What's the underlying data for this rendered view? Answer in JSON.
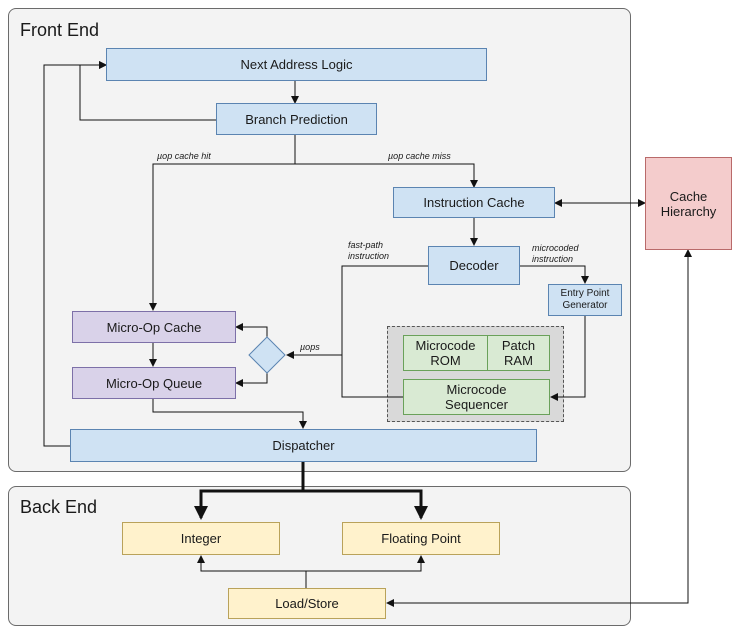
{
  "regions": {
    "front_end": "Front End",
    "back_end": "Back End"
  },
  "blocks": {
    "next_address_logic": "Next Address Logic",
    "branch_prediction": "Branch Prediction",
    "instruction_cache": "Instruction Cache",
    "decoder": "Decoder",
    "entry_point_generator": "Entry Point\nGenerator",
    "micro_op_cache": "Micro-Op Cache",
    "micro_op_queue": "Micro-Op Queue",
    "microcode_rom": "Microcode\nROM",
    "patch_ram": "Patch\nRAM",
    "microcode_sequencer": "Microcode\nSequencer",
    "dispatcher": "Dispatcher",
    "cache_hierarchy": "Cache\nHierarchy",
    "integer": "Integer",
    "floating_point": "Floating Point",
    "load_store": "Load/Store"
  },
  "labels": {
    "uop_cache_hit": "µop cache hit",
    "uop_cache_miss": "µop cache miss",
    "fast_path_instruction": "fast-path\ninstruction",
    "microcoded_instruction": "microcoded\ninstruction",
    "uops": "µops"
  },
  "colors": {
    "blue_block": "#cfe2f3",
    "purple_block": "#d9d2e9",
    "green_block": "#d9ead3",
    "pink_block": "#f4cccc",
    "yellow_block": "#fff2cc",
    "region_background": "#f3f3f3"
  }
}
